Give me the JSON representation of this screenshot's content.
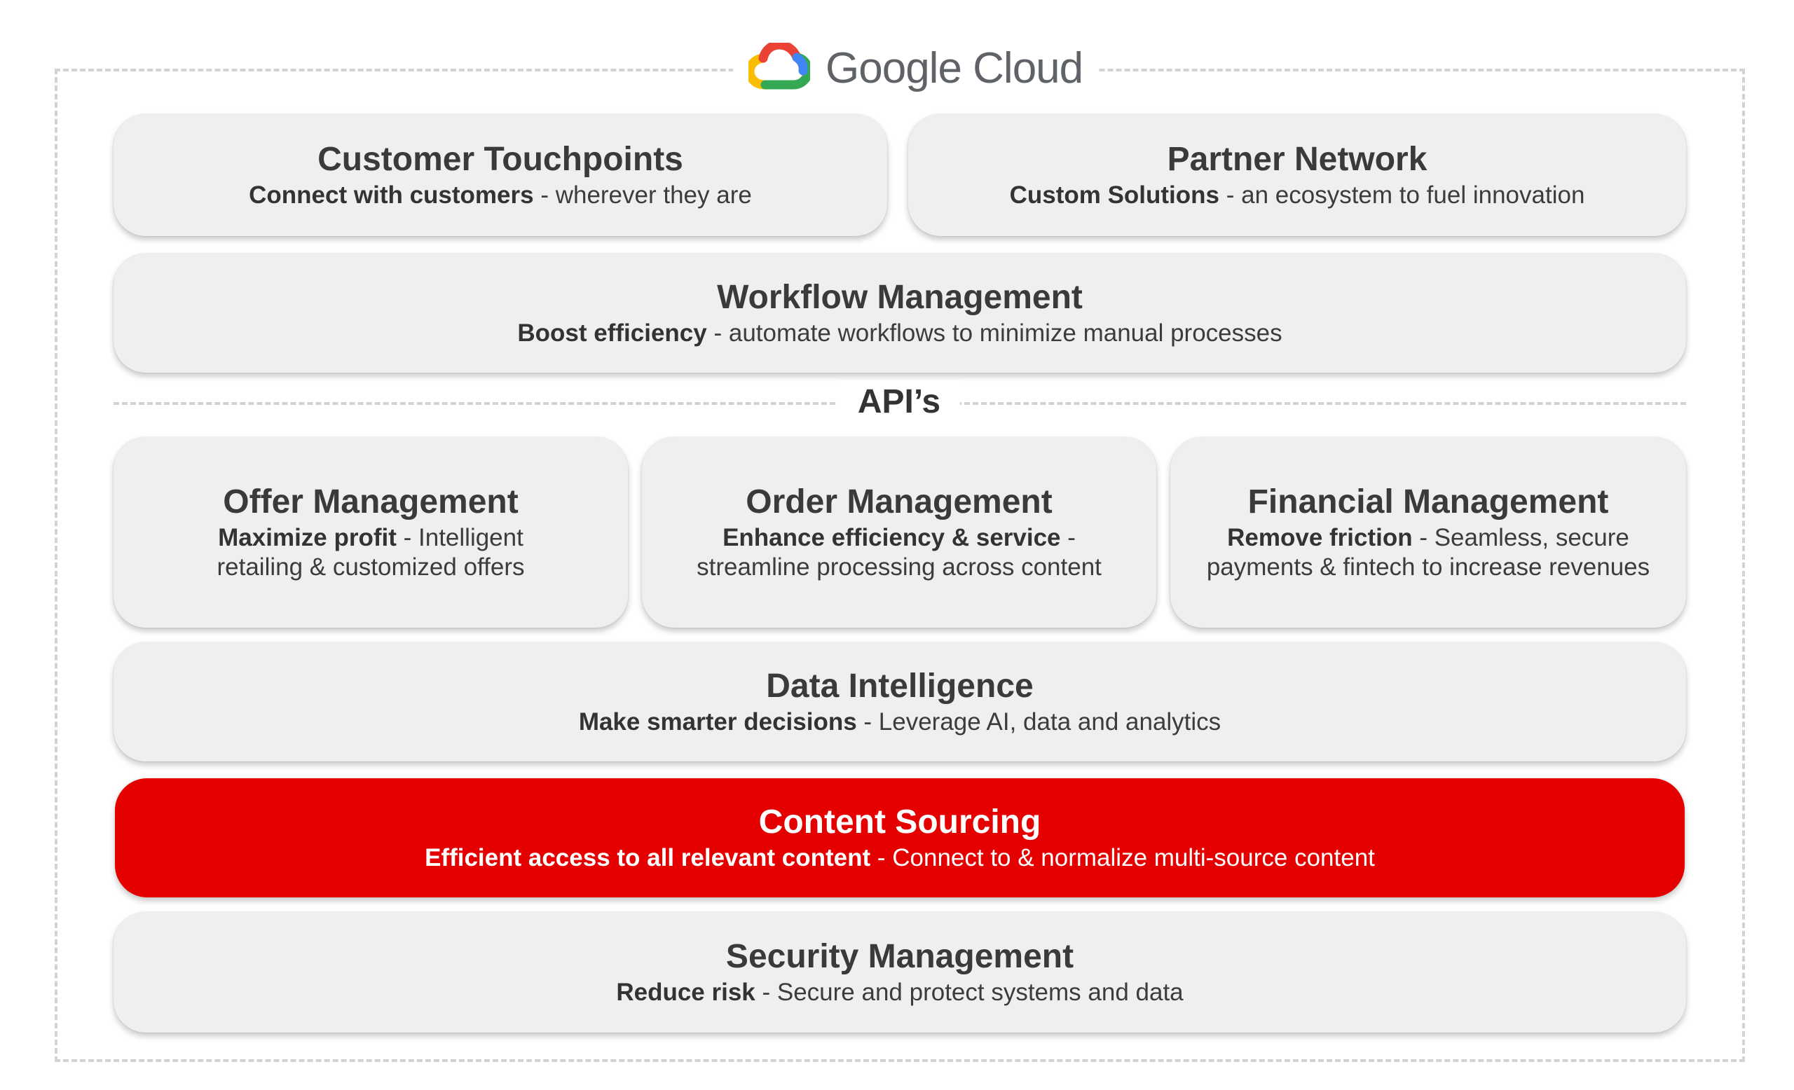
{
  "brand": {
    "logo_text": "Google Cloud"
  },
  "api_label": "API’s",
  "cards": {
    "customer_touchpoints": {
      "title": "Customer Touchpoints",
      "bold": "Connect with customers",
      "rest": " - wherever they are"
    },
    "partner_network": {
      "title": "Partner Network",
      "bold": "Custom Solutions",
      "rest": " - an ecosystem to fuel innovation"
    },
    "workflow_management": {
      "title": "Workflow Management",
      "bold": "Boost efficiency",
      "rest": " - automate workflows to minimize manual processes"
    },
    "offer_management": {
      "title": "Offer Management",
      "bold": "Maximize profit",
      "rest": " - Intelligent retailing & customized offers"
    },
    "order_management": {
      "title": "Order Management",
      "bold": "Enhance efficiency & service",
      "rest": " - streamline processing across content"
    },
    "financial_management": {
      "title": "Financial Management",
      "bold": "Remove friction",
      "rest": " - Seamless, secure payments & fintech to increase revenues"
    },
    "data_intelligence": {
      "title": "Data Intelligence",
      "bold": "Make smarter decisions",
      "rest": " - Leverage AI, data and analytics"
    },
    "content_sourcing": {
      "title": "Content Sourcing",
      "bold": "Efficient access to all relevant content",
      "rest": " - Connect to & normalize multi-source content"
    },
    "security_management": {
      "title": "Security Management",
      "bold": "Reduce risk",
      "rest": " - Secure and protect systems and data"
    }
  },
  "colors": {
    "card_background": "#efefef",
    "highlight": "#e50000",
    "google_blue": "#4285F4",
    "google_red": "#EA4335",
    "google_yellow": "#FBBC04",
    "google_green": "#34A853"
  }
}
